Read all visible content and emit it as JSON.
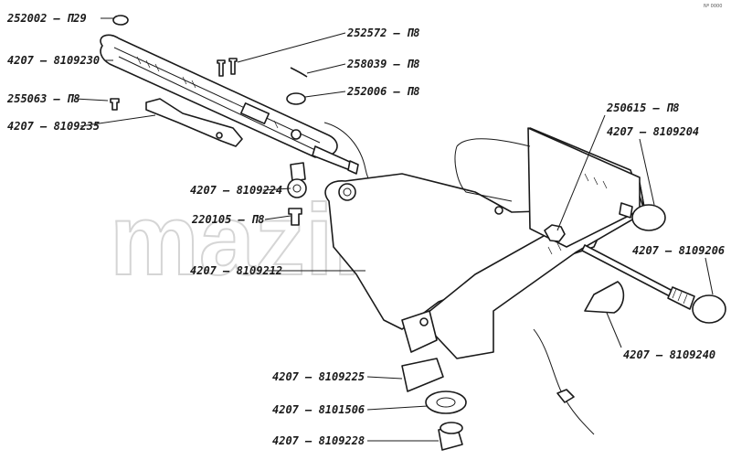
{
  "watermark": "mazik.by",
  "corner_mark": "Nº 0000",
  "labels": [
    {
      "id": "lbl-252002",
      "text": "252002 – П29"
    },
    {
      "id": "lbl-4207-8109230",
      "text": "4207 – 8109230"
    },
    {
      "id": "lbl-255063",
      "text": "255063 – П8"
    },
    {
      "id": "lbl-4207-8109235",
      "text": "4207 – 8109235"
    },
    {
      "id": "lbl-252572",
      "text": "252572 – П8"
    },
    {
      "id": "lbl-258039",
      "text": "258039 – П8"
    },
    {
      "id": "lbl-252006",
      "text": "252006 – П8"
    },
    {
      "id": "lbl-250615",
      "text": "250615 – П8"
    },
    {
      "id": "lbl-4207-8109204",
      "text": "4207 – 8109204"
    },
    {
      "id": "lbl-4207-8109224",
      "text": "4207 – 8109224"
    },
    {
      "id": "lbl-220105",
      "text": "220105 – П8"
    },
    {
      "id": "lbl-4207-8109212",
      "text": "4207 – 8109212"
    },
    {
      "id": "lbl-4207-8109206",
      "text": "4207 – 8109206"
    },
    {
      "id": "lbl-4207-8109240",
      "text": "4207 – 8109240"
    },
    {
      "id": "lbl-4207-8109225",
      "text": "4207 – 8109225"
    },
    {
      "id": "lbl-4207-8101506",
      "text": "4207 – 8101506"
    },
    {
      "id": "lbl-4207-8109228",
      "text": "4207 – 8109228"
    }
  ]
}
